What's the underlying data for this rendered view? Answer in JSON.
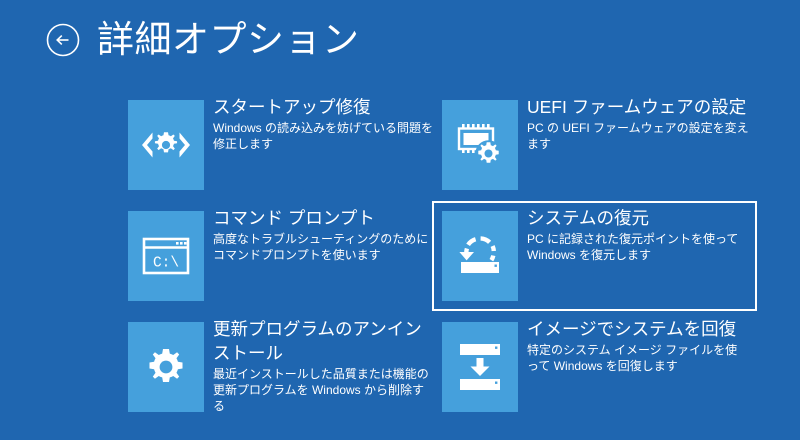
{
  "colors": {
    "background": "#1f66b0",
    "tile_icon_background": "#45a0dc",
    "text": "#ffffff",
    "selection_border": "#ffffff"
  },
  "header": {
    "back_label": "back-arrow",
    "title": "詳細オプション"
  },
  "options": [
    {
      "id": "startup-repair",
      "icon": "startup-repair-icon",
      "title": "スタートアップ修復",
      "description": "Windows の読み込みを妨げている問題を修正します",
      "selected": false
    },
    {
      "id": "uefi-firmware-settings",
      "icon": "uefi-chip-gear-icon",
      "title": "UEFI ファームウェアの設定",
      "description": "PC の UEFI ファームウェアの設定を変えます",
      "selected": false
    },
    {
      "id": "command-prompt",
      "icon": "command-prompt-icon",
      "title": "コマンド プロンプト",
      "description": "高度なトラブルシューティングのためにコマンドプロンプトを使います",
      "selected": false
    },
    {
      "id": "system-restore",
      "icon": "system-restore-icon",
      "title": "システムの復元",
      "description": "PC に記録された復元ポイントを使って Windows を復元します",
      "selected": true
    },
    {
      "id": "uninstall-updates",
      "icon": "gear-icon",
      "title": "更新プログラムのアンインストール",
      "description": "最近インストールした品質または機能の更新プログラムを Windows から削除する",
      "selected": false
    },
    {
      "id": "system-image-recovery",
      "icon": "system-image-recovery-icon",
      "title": "イメージでシステムを回復",
      "description": "特定のシステム イメージ ファイルを使って Windows を回復します",
      "selected": false
    }
  ]
}
